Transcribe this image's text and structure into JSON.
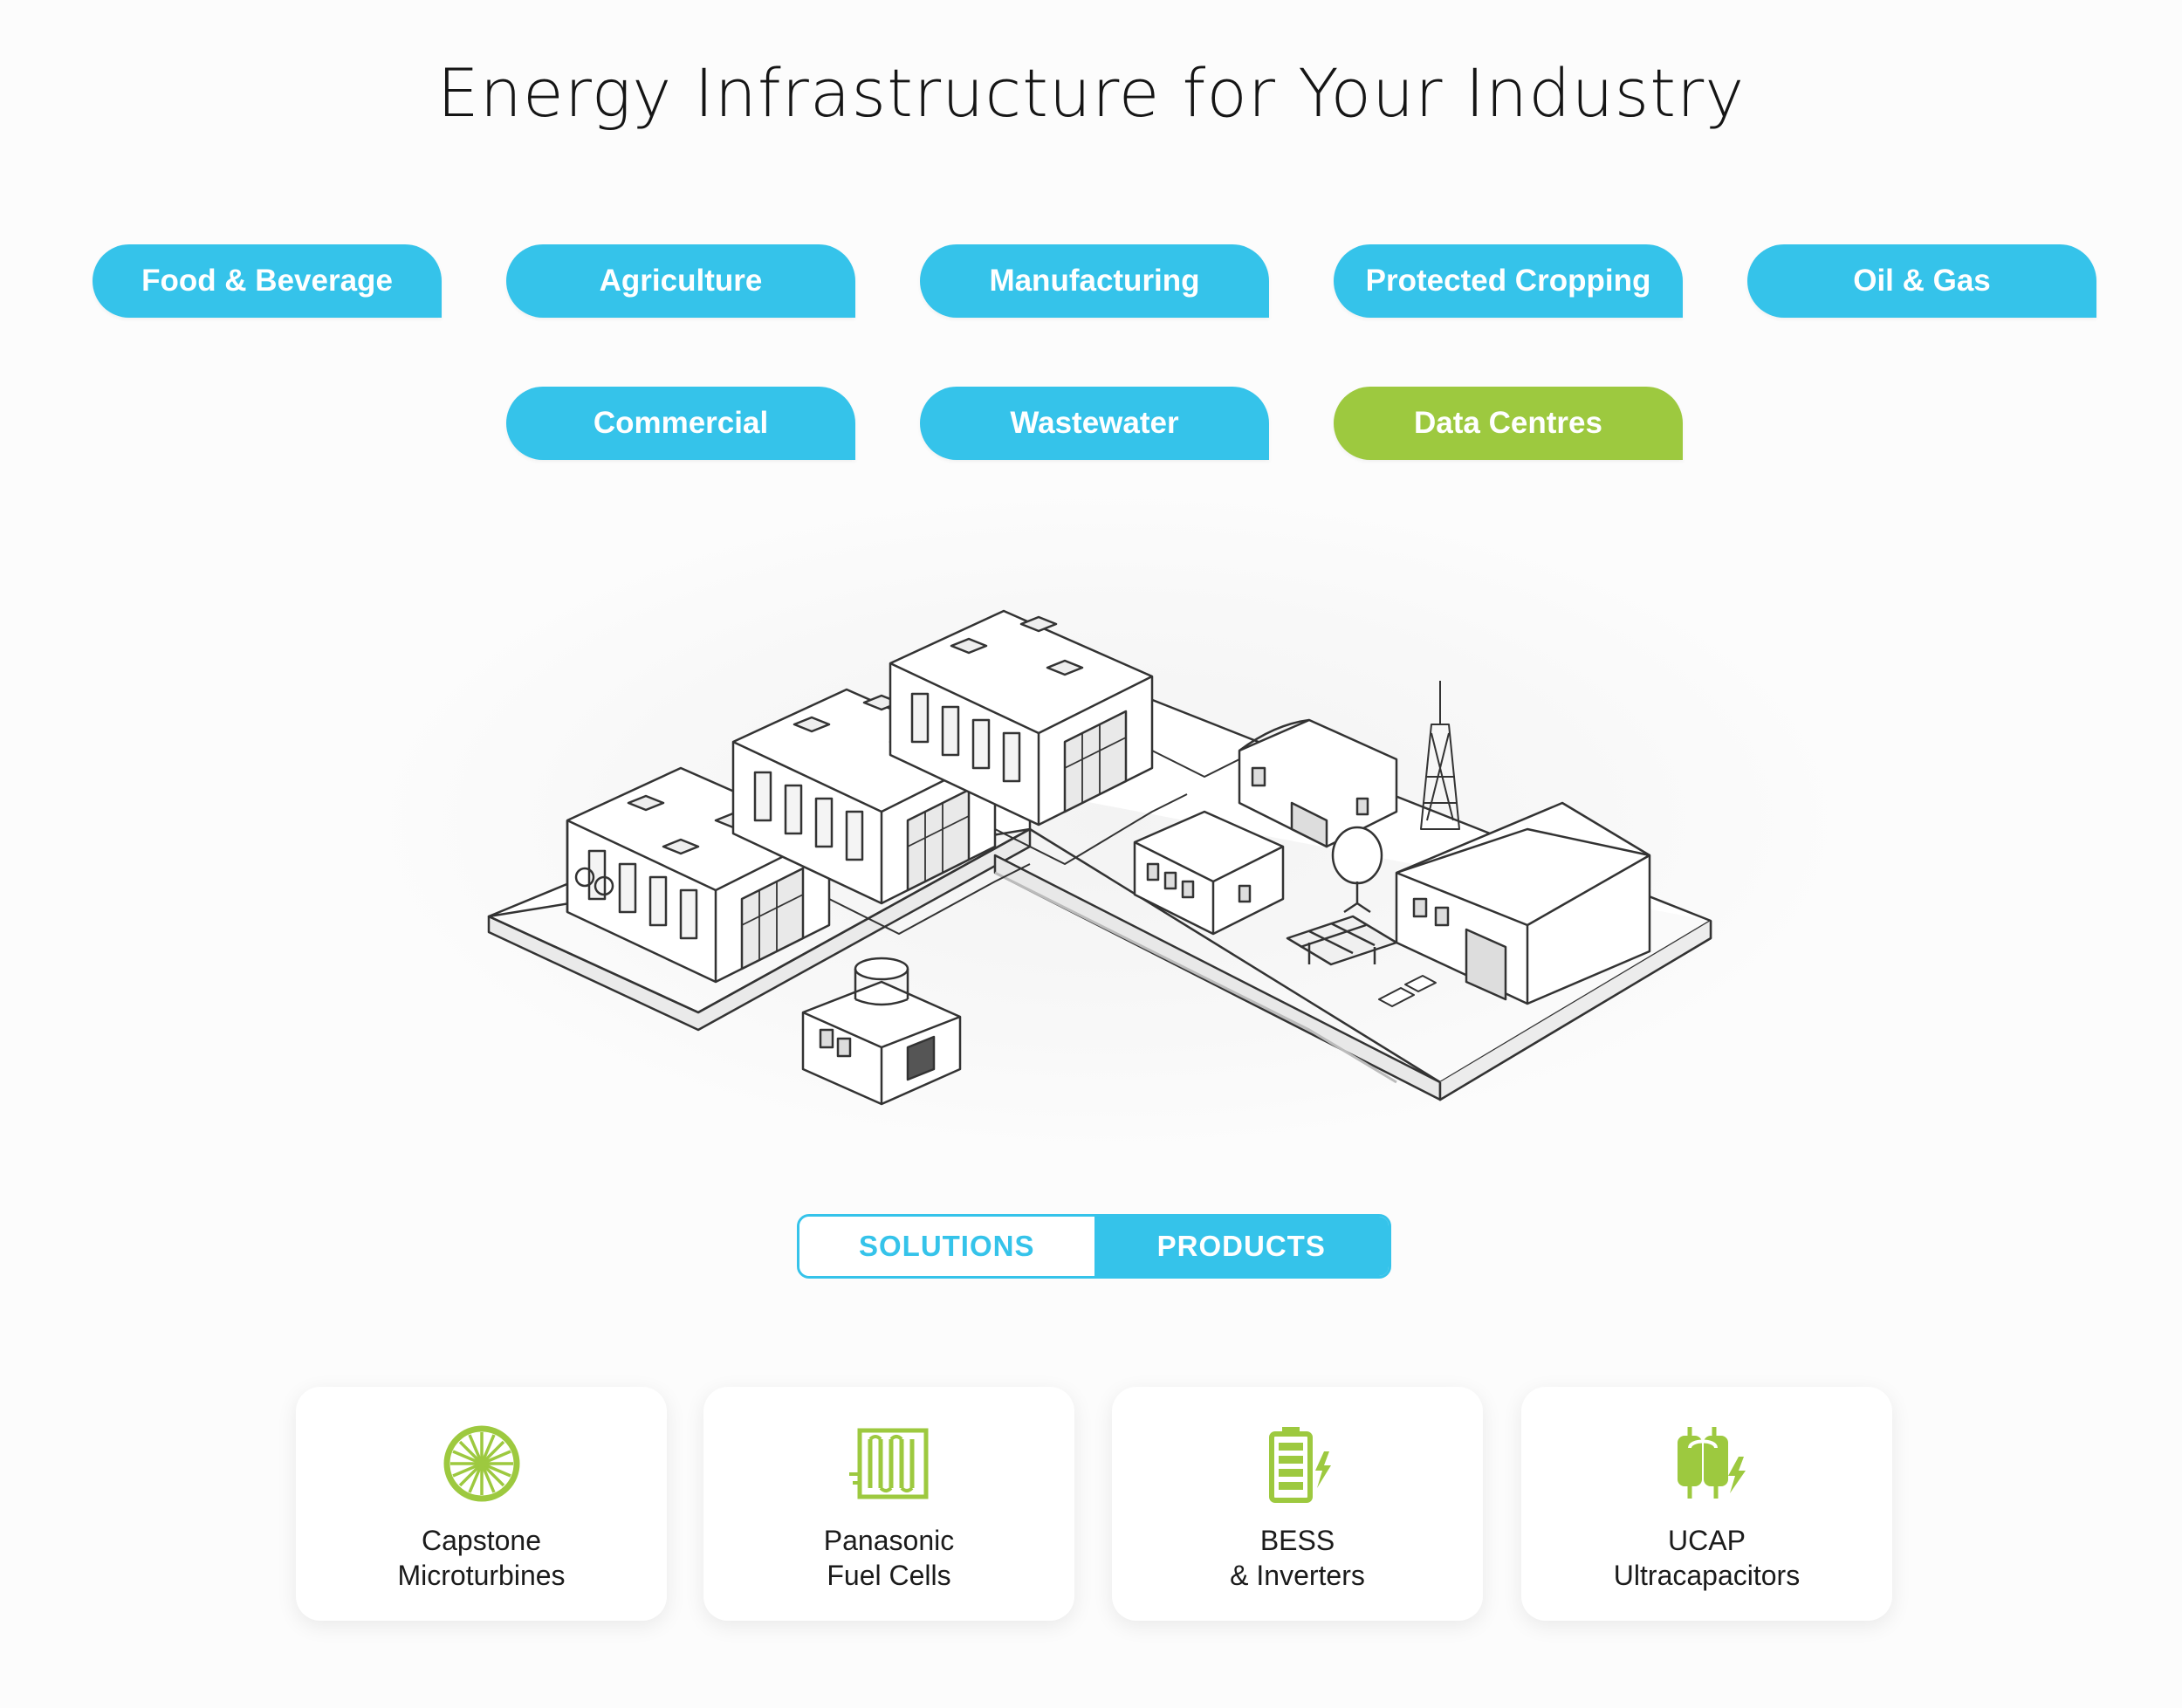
{
  "page": {
    "title": "Energy Infrastructure for Your Industry"
  },
  "industries": [
    {
      "label": "Food & Beverage",
      "active": false
    },
    {
      "label": "Agriculture",
      "active": false
    },
    {
      "label": "Manufacturing",
      "active": false
    },
    {
      "label": "Protected Cropping",
      "active": false
    },
    {
      "label": "Oil & Gas",
      "active": false
    },
    {
      "label": "Commercial",
      "active": false
    },
    {
      "label": "Wastewater",
      "active": false
    },
    {
      "label": "Data Centres",
      "active": true
    }
  ],
  "toggle": {
    "solutions": "SOLUTIONS",
    "products": "PRODUCTS",
    "selected": "PRODUCTS"
  },
  "products": [
    {
      "line1": "Capstone",
      "line2": "Microturbines",
      "icon": "microturbine-icon"
    },
    {
      "line1": "Panasonic",
      "line2": "Fuel Cells",
      "icon": "fuel-cell-icon"
    },
    {
      "line1": "BESS",
      "line2": "& Inverters",
      "icon": "battery-icon"
    },
    {
      "line1": "UCAP",
      "line2": "Ultracapacitors",
      "icon": "ultracapacitor-icon"
    }
  ],
  "colors": {
    "accent_blue": "#35c3ea",
    "accent_green": "#9dc93f",
    "line": "#333333"
  }
}
